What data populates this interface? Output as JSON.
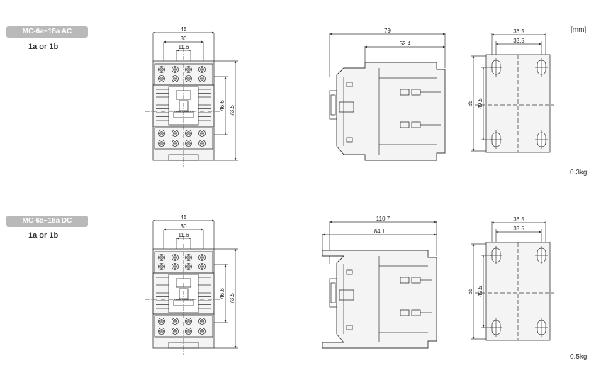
{
  "unit_label": "[mm]",
  "sections": [
    {
      "model": "MC-6a~18a AC",
      "contacts": "1a or 1b",
      "weight": "0.3kg",
      "front": {
        "width_total": "45",
        "width_mid": "30",
        "width_inner": "11.6",
        "height_inner": "46.6",
        "height_total": "73.5"
      },
      "side": {
        "depth_total": "79",
        "depth_partial": "52.4"
      },
      "mount": {
        "width_outer": "36.5",
        "width_inner": "33.5",
        "height_outer": "65",
        "height_inner": "49.5"
      }
    },
    {
      "model": "MC-6a~18a DC",
      "contacts": "1a or 1b",
      "weight": "0.5kg",
      "front": {
        "width_total": "45",
        "width_mid": "30",
        "width_inner": "11.6",
        "height_inner": "46.6",
        "height_total": "73.5"
      },
      "side": {
        "depth_total": "110.7",
        "depth_partial": "84.1"
      },
      "mount": {
        "width_outer": "36.5",
        "width_inner": "33.5",
        "height_outer": "65",
        "height_inner": "49.5"
      }
    }
  ]
}
